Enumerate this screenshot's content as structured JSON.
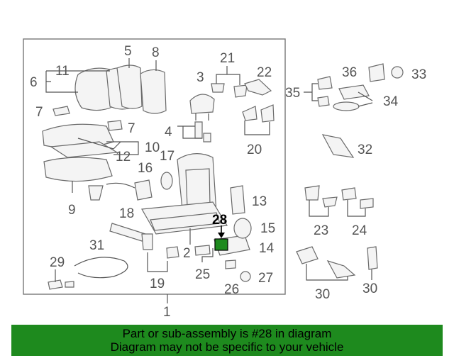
{
  "diagram": {
    "callouts": [
      "1",
      "2",
      "3",
      "4",
      "5",
      "6",
      "7",
      "7",
      "8",
      "9",
      "10",
      "11",
      "12",
      "13",
      "14",
      "15",
      "16",
      "17",
      "18",
      "19",
      "20",
      "21",
      "22",
      "23",
      "24",
      "25",
      "26",
      "27",
      "28",
      "29",
      "30",
      "30",
      "31",
      "32",
      "33",
      "34",
      "35",
      "36"
    ],
    "highlighted_part": "28",
    "highlight_color": "#1e8a1e"
  },
  "banner": {
    "line1": "Part or sub-assembly is #28 in diagram",
    "line2": "Diagram may not be specific to your vehicle",
    "background": "#1e8a1e"
  }
}
